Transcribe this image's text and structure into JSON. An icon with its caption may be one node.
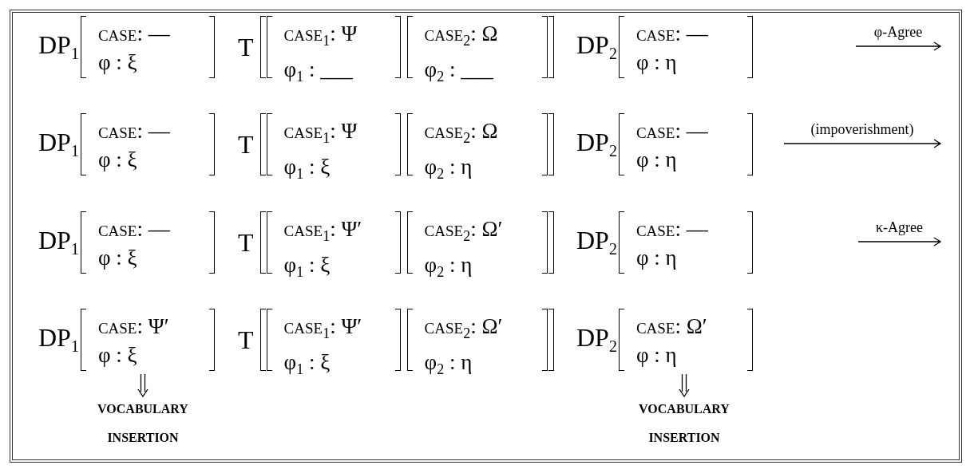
{
  "diagram": {
    "nodes": [
      {
        "text": [
          "DP$_{1}$",
          "case: —",
          "φ : ξ"
        ]
      },
      {
        "text": [
          "T"
        ]
      },
      {
        "text": [
          "case$_{1}$: Ψ",
          "φ$_{1}$ : ___"
        ],
        "in": 1
      },
      {
        "text": [
          "case$_{2}$: Ω",
          "φ$_{2}$ : ___"
        ],
        "in": 1
      },
      {
        "text": [
          "DP$_{2}$",
          "case: —",
          "φ : η"
        ]
      },
      {
        "text": [
          "DP$_{1}$",
          "case: —",
          "φ : ξ"
        ]
      },
      {
        "text": [
          "T"
        ]
      },
      {
        "text": [
          "case$_{1}$: Ψ",
          "φ$_{1}$ : ξ"
        ],
        "in": 6
      },
      {
        "text": [
          "case$_{2}$: Ω",
          "φ$_{2}$ : η"
        ],
        "in": 6
      },
      {
        "text": [
          "DP$_{2}$",
          "case: —",
          "φ : η"
        ]
      },
      {
        "text": [
          "DP$_{1}$",
          "case: —",
          "φ : ξ"
        ]
      },
      {
        "text": [
          "T"
        ]
      },
      {
        "text": [
          "case$_{1}$: Ψ′",
          "φ$_{1}$ : ξ"
        ],
        "in": 11
      },
      {
        "text": [
          "case$_{2}$: Ω′",
          "φ$_{2}$ : η"
        ],
        "in": 11
      },
      {
        "text": [
          "DP$_{2}$",
          "case: —",
          "φ : η"
        ]
      },
      {
        "text": [
          "DP$_{1}$",
          "case: Ψ′",
          "φ : ξ"
        ]
      },
      {
        "text": [
          "T"
        ]
      },
      {
        "text": [
          "case$_{1}$: Ψ′",
          "φ$_{1}$ : ξ"
        ],
        "in": 16
      },
      {
        "text": [
          "case$_{2}$: Ω′",
          "φ$_{2}$ : η"
        ],
        "in": 16
      },
      {
        "text": [
          "DP$_{2}$",
          "case: Ω′",
          "φ : η"
        ]
      },
      {
        "text": [
          "VOCABULARY INSERTION"
        ]
      },
      {
        "text": [
          "VOCABULARY INSERTION"
        ]
      }
    ],
    "edges": [
      {
        "from": 15,
        "to": 20,
        "arrow": "to"
      },
      {
        "from": 19,
        "to": 21,
        "arrow": "to"
      }
    ],
    "labels": [
      "φ-Agree",
      "(impoverishment)",
      "κ-Agree"
    ]
  }
}
